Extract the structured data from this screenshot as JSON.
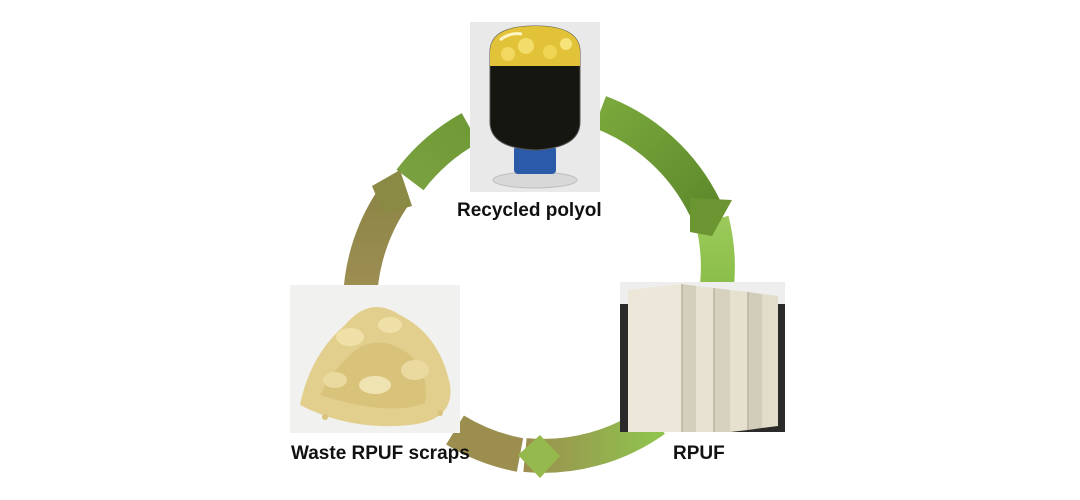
{
  "diagram": {
    "type": "recycling-cycle",
    "colors": {
      "arrow_dark_green": "#6f9a35",
      "arrow_light_green": "#8fc04d",
      "arrow_olive": "#9c8e4f",
      "polyol_liquid": "#1a1a14",
      "foam": "#ece7d8",
      "scraps": "#e3cf8d"
    },
    "nodes": [
      {
        "id": "polyol",
        "label": "Recycled polyol",
        "image": "bottle of dark recycled polyol liquid"
      },
      {
        "id": "rpuf",
        "label": "RPUF",
        "image": "stack of rigid polyurethane foam boards"
      },
      {
        "id": "scraps",
        "label": "Waste RPUF scraps",
        "image": "pile of yellowish foam scrap powder"
      }
    ]
  }
}
